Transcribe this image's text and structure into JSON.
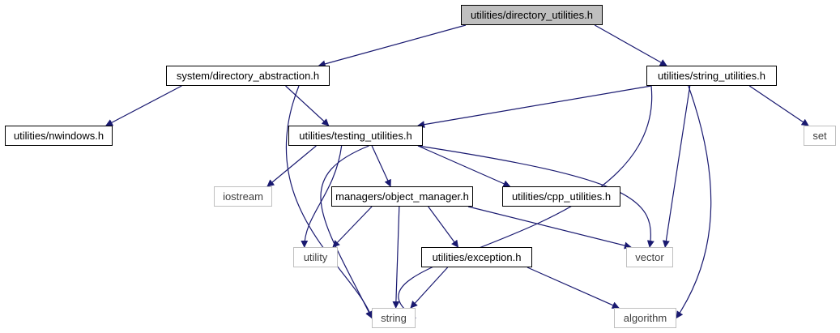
{
  "diagram": {
    "type": "include-dependency-graph",
    "colors": {
      "edge": "#191970",
      "root_fill": "#bfbfbf",
      "local_border": "#000000",
      "system_border": "#bfbfbf"
    },
    "nodes": {
      "directory_utilities": {
        "label": "utilities/directory_utilities.h",
        "kind": "root"
      },
      "directory_abstraction": {
        "label": "system/directory_abstraction.h",
        "kind": "local"
      },
      "string_utilities": {
        "label": "utilities/string_utilities.h",
        "kind": "local"
      },
      "nwindows": {
        "label": "utilities/nwindows.h",
        "kind": "local"
      },
      "testing_utilities": {
        "label": "utilities/testing_utilities.h",
        "kind": "local"
      },
      "set": {
        "label": "set",
        "kind": "system"
      },
      "iostream": {
        "label": "iostream",
        "kind": "system"
      },
      "object_manager": {
        "label": "managers/object_manager.h",
        "kind": "local"
      },
      "cpp_utilities": {
        "label": "utilities/cpp_utilities.h",
        "kind": "local"
      },
      "utility": {
        "label": "utility",
        "kind": "system"
      },
      "exception": {
        "label": "utilities/exception.h",
        "kind": "local"
      },
      "vector": {
        "label": "vector",
        "kind": "system"
      },
      "string": {
        "label": "string",
        "kind": "system"
      },
      "algorithm": {
        "label": "algorithm",
        "kind": "system"
      }
    },
    "edges": [
      [
        "directory_utilities",
        "directory_abstraction"
      ],
      [
        "directory_utilities",
        "string_utilities"
      ],
      [
        "directory_abstraction",
        "nwindows"
      ],
      [
        "directory_abstraction",
        "testing_utilities"
      ],
      [
        "directory_abstraction",
        "string"
      ],
      [
        "string_utilities",
        "testing_utilities"
      ],
      [
        "string_utilities",
        "set"
      ],
      [
        "string_utilities",
        "vector"
      ],
      [
        "string_utilities",
        "string"
      ],
      [
        "string_utilities",
        "algorithm"
      ],
      [
        "testing_utilities",
        "iostream"
      ],
      [
        "testing_utilities",
        "object_manager"
      ],
      [
        "testing_utilities",
        "cpp_utilities"
      ],
      [
        "testing_utilities",
        "utility"
      ],
      [
        "testing_utilities",
        "vector"
      ],
      [
        "testing_utilities",
        "string"
      ],
      [
        "object_manager",
        "utility"
      ],
      [
        "object_manager",
        "exception"
      ],
      [
        "object_manager",
        "vector"
      ],
      [
        "object_manager",
        "string"
      ],
      [
        "exception",
        "string"
      ],
      [
        "exception",
        "algorithm"
      ]
    ]
  }
}
